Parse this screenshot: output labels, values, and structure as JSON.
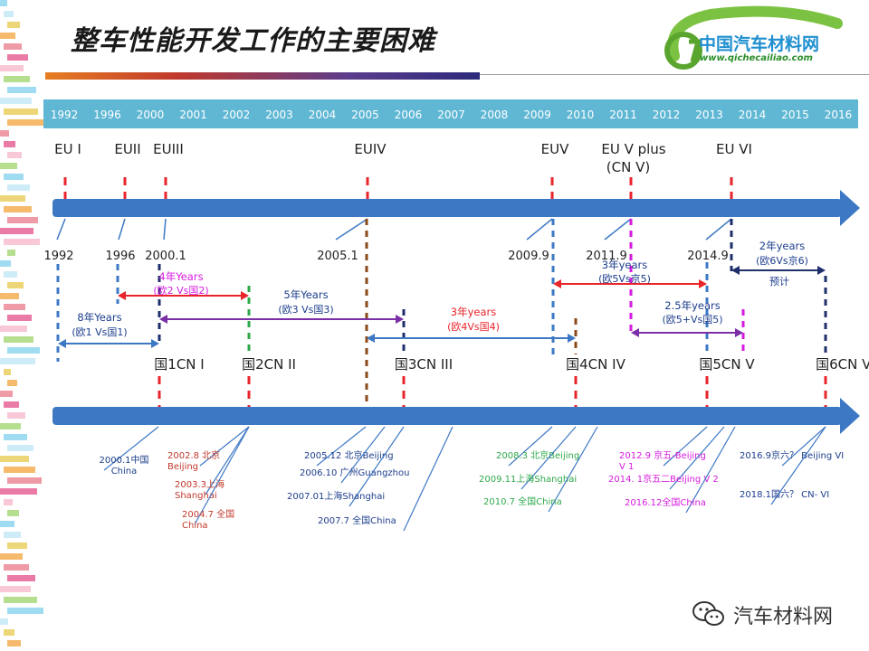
{
  "slide": {
    "title": "整车性能开发工作的主要困难",
    "logo": {
      "name": "中国汽车材料网",
      "url": "www.qichecailiao.com"
    },
    "watermark": "汽车材料网"
  },
  "chart_data": {
    "type": "timeline",
    "year_axis": [
      "1992",
      "1996",
      "2000",
      "2001",
      "2002",
      "2003",
      "2004",
      "2005",
      "2006",
      "2007",
      "2008",
      "2009",
      "2010",
      "2011",
      "2012",
      "2013",
      "2014",
      "2015",
      "2016"
    ],
    "eu_stages": [
      {
        "label": "EU I"
      },
      {
        "label": "EUII"
      },
      {
        "label": "EUIII"
      },
      {
        "label": "EUIV"
      },
      {
        "label": "EUV"
      },
      {
        "label": "EU V plus",
        "label2": "(CN V)"
      },
      {
        "label": "EU VI"
      }
    ],
    "eu_dates": [
      "1992",
      "1996",
      "2000.1",
      "2005.1",
      "2009.9",
      "2011.9",
      "2014.9"
    ],
    "lag_spans": [
      {
        "years": "8年Years",
        "desc": "(欧1 Vs国1)"
      },
      {
        "years": "4年Years",
        "desc": "(欧2 Vs国2)"
      },
      {
        "years": "5年Years",
        "desc": "(欧3 Vs国3)"
      },
      {
        "years": "3年years",
        "desc": "(欧4Vs国4)"
      },
      {
        "years": "3年years",
        "desc": "(欧5Vs京5)"
      },
      {
        "years": "2.5年years",
        "desc": "(欧5+Vs国5)"
      },
      {
        "years": "2年years",
        "desc": "(欧6Vs京6)",
        "note": "预计"
      }
    ],
    "cn_stages": [
      "国1CN I",
      "国2CN II",
      "国3CN III",
      "国4CN IV",
      "国5CN V",
      "国6CN VI"
    ],
    "cn_events": [
      {
        "text": "2000.1中国",
        "text2": "China"
      },
      {
        "text": "2002.8 北京",
        "text2": "Beijing"
      },
      {
        "text": "2003.3上海",
        "text2": "Shanghai"
      },
      {
        "text": "2004.7 全国",
        "text2": "China"
      },
      {
        "text": "2005.12 北京Beijing"
      },
      {
        "text": "2006.10 广州Guangzhou"
      },
      {
        "text": "2007.01上海Shanghai"
      },
      {
        "text": "2007.7 全国China"
      },
      {
        "text": "2008.3 北京Beijing"
      },
      {
        "text": "2009.11上海Shanghai"
      },
      {
        "text": "2010.7 全国China"
      },
      {
        "text": "2012.9 京五-Beijing",
        "text2": "V 1"
      },
      {
        "text": "2014. 1京五二Beijing V 2"
      },
      {
        "text": "2016.12全国China"
      },
      {
        "text": "2016.9京六？ Beijing VI"
      },
      {
        "text": "2018.1国六？ CN- VI"
      }
    ],
    "colors": {
      "header_bg": "#5fb7d4",
      "arrow_blue": "#3d78c4",
      "red": "#e8252b",
      "green": "#2ea84a",
      "magenta": "#d61adf",
      "purple": "#7b2fa6",
      "brown": "#8b4a1a",
      "navy": "#1e2f6b",
      "text_blue": "#1c3d8c"
    }
  }
}
